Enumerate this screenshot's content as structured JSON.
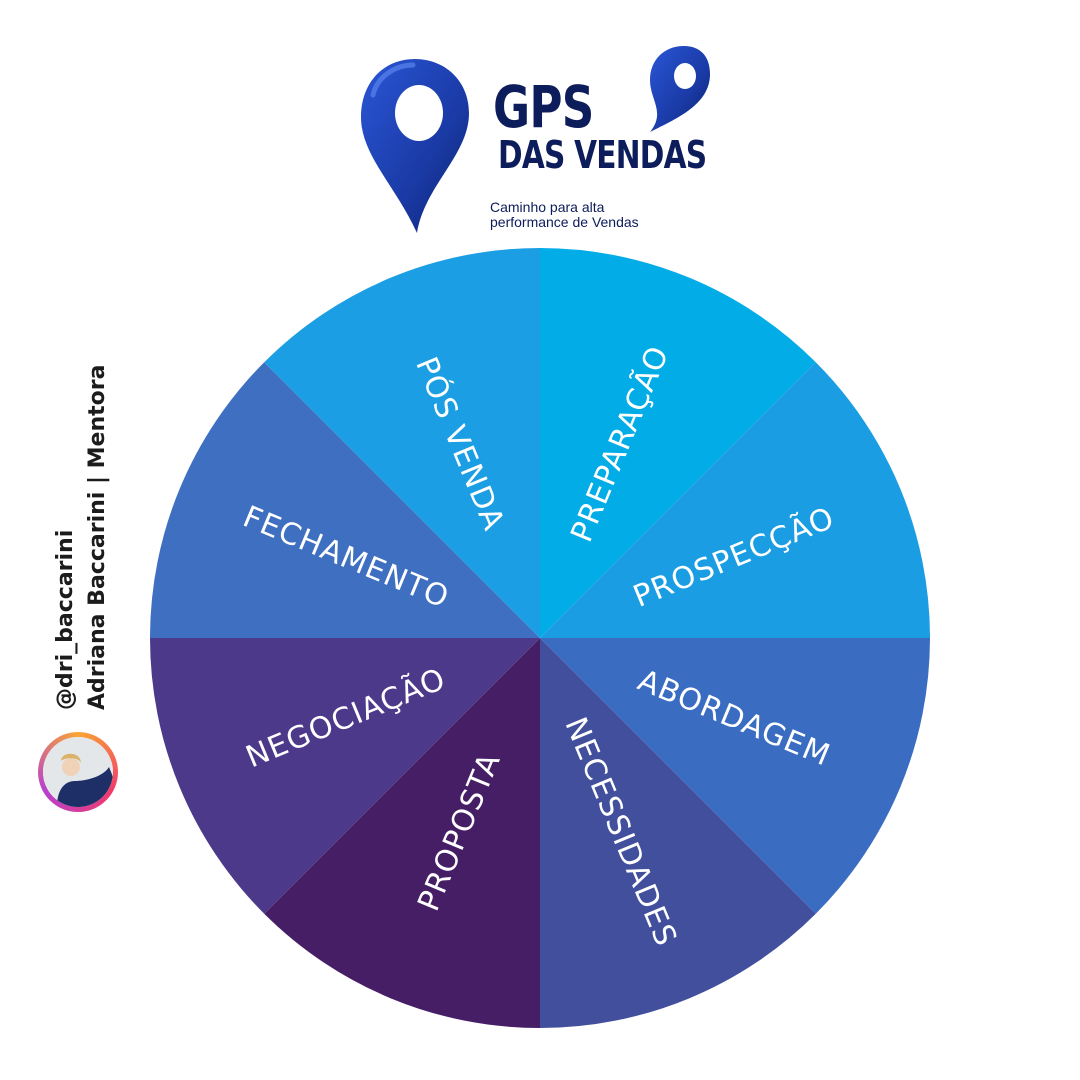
{
  "logo": {
    "title_line1": "GPS",
    "title_line2": "DAS VENDAS",
    "tagline_line1": "Caminho para alta",
    "tagline_line2": "performance de Vendas",
    "color": "#0d1c5a",
    "pin_color": "#1e3fae",
    "icon": "map-pin-icon"
  },
  "author": {
    "handle": "@dri_baccarini",
    "name_role": "Adriana Baccarini | Mentora"
  },
  "wheel": {
    "segments": [
      {
        "label": "PREPARAÇÃO",
        "color": "#02ace6"
      },
      {
        "label": "PROSPECÇÃO",
        "color": "#1b9de4"
      },
      {
        "label": "ABORDAGEM",
        "color": "#3a6dc2"
      },
      {
        "label": "NECESSIDADES",
        "color": "#414f9c"
      },
      {
        "label": "PROPOSTA",
        "color": "#461e66"
      },
      {
        "label": "NEGOCIAÇÃO",
        "color": "#4c398a"
      },
      {
        "label": "FECHAMENTO",
        "color": "#3e6fc0"
      },
      {
        "label": "PÓS VENDA",
        "color": "#1b9ee4"
      }
    ]
  }
}
